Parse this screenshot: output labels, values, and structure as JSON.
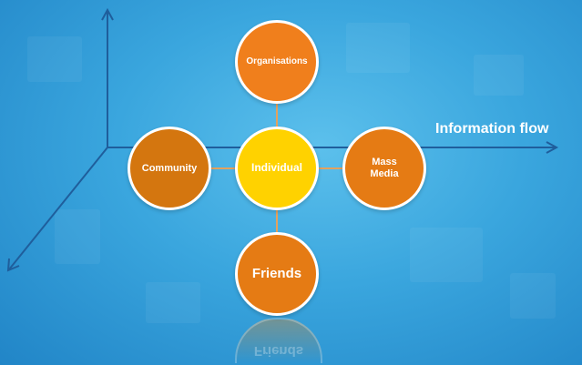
{
  "diagram": {
    "axis_label": "Information flow",
    "nodes": {
      "center": "Individual",
      "top": "Organisations",
      "left": "Community",
      "right": "Mass\nMedia",
      "bottom": "Friends"
    },
    "reflection_text": "Friends"
  },
  "colors": {
    "center_fill": "#ffd200",
    "top_fill": "#f07f1c",
    "left_fill": "#d4760f",
    "right_fill": "#e57b14",
    "bottom_fill": "#e57b14",
    "axis": "#1f5e9c",
    "connector": "#e3a25e"
  }
}
